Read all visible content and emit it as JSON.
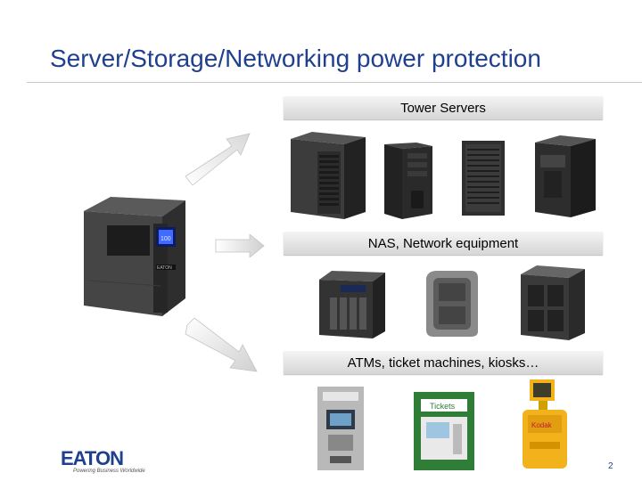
{
  "slide": {
    "title": "Server/Storage/Networking power protection",
    "page_number": "2"
  },
  "sections": [
    {
      "label": "Tower Servers"
    },
    {
      "label": "NAS, Network equipment"
    },
    {
      "label": "ATMs, ticket machines, kiosks…"
    }
  ],
  "ups": {
    "display_text": "100"
  },
  "products": {
    "ticket_sign": "Tickets",
    "kiosk_brand": "Kodak"
  },
  "logo": {
    "brand": "EATON",
    "tagline": "Powering Business Worldwide"
  },
  "colors": {
    "title": "#1f3f8f",
    "brand": "#1f3f8f",
    "ups_screen": "#3f6cff",
    "ticket_green": "#2f7d36",
    "kiosk_yellow": "#f2b21b"
  }
}
